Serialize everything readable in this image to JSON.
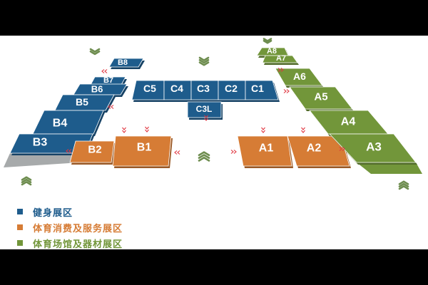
{
  "colors": {
    "fitness": "#1e5c8c",
    "consumer": "#d67c35",
    "venue": "#72963a",
    "chevron": "#6e8d4f",
    "arrow": "#e0353f",
    "shadow": "#a7aaab"
  },
  "halls": {
    "fitness": [
      "B8",
      "B7",
      "B6",
      "B5",
      "B4",
      "B3",
      "C5",
      "C4",
      "C3",
      "C2",
      "C1",
      "C3L"
    ],
    "consumer": [
      "B2",
      "B1",
      "A1",
      "A2"
    ],
    "venue": [
      "A8",
      "A7",
      "A6",
      "A5",
      "A4",
      "A3"
    ]
  },
  "legend": [
    {
      "key": "fitness",
      "label": "健身展区",
      "color": "#1e5c8c"
    },
    {
      "key": "consumer",
      "label": "体育消费及服务展区",
      "color": "#d67c35"
    },
    {
      "key": "venue",
      "label": "体育场馆及器材展区",
      "color": "#72963a"
    }
  ],
  "icons": {
    "entrance": "chevron-up-icon",
    "exit": "chevron-down-icon",
    "flow": "direction-arrows-icon"
  }
}
